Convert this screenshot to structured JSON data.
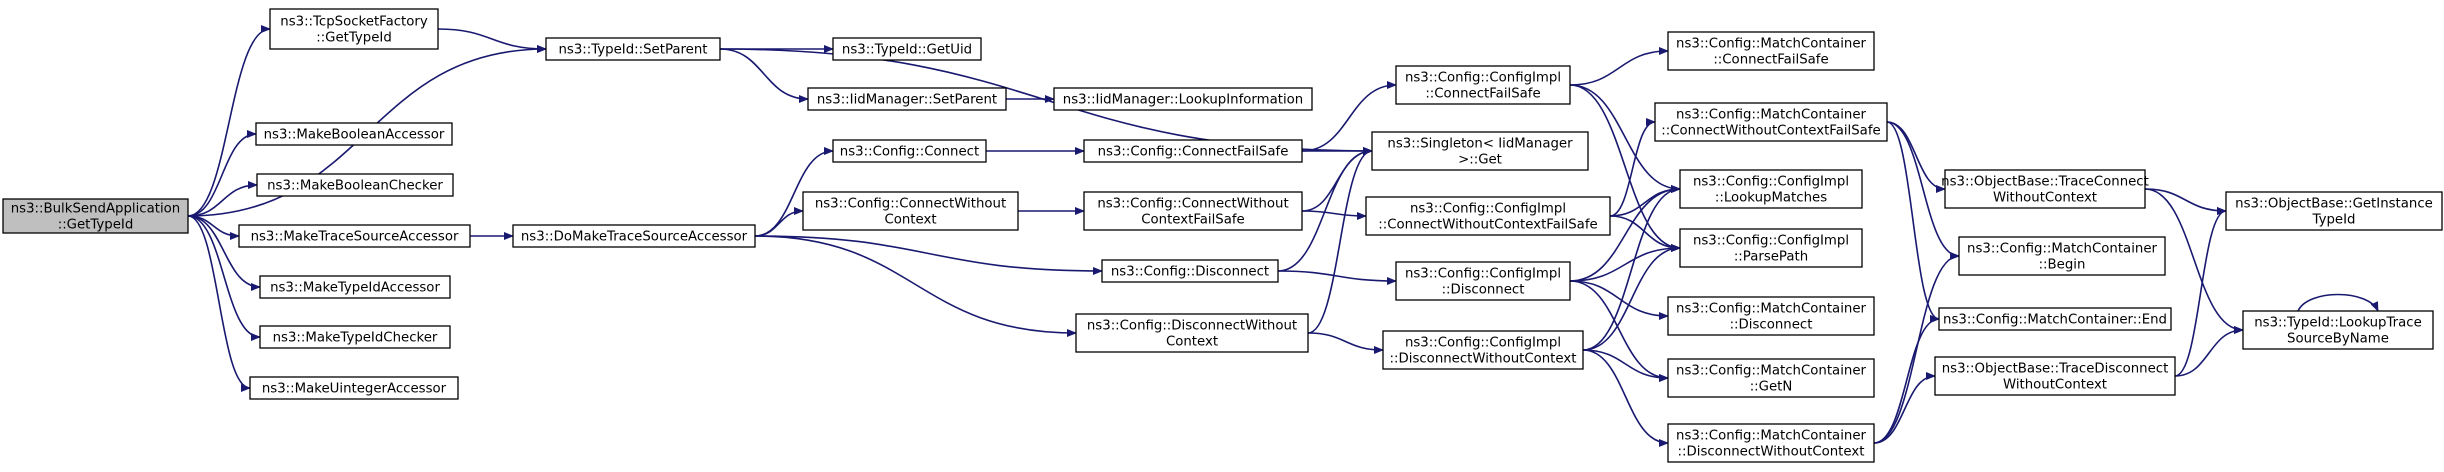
{
  "colors": {
    "edge": "#191970",
    "node_fill": "#ffffff",
    "root_fill": "#bfbfbf",
    "node_border": "#000000"
  },
  "nodes": {
    "root": {
      "lines": [
        "ns3::BulkSendApplication",
        "::GetTypeId"
      ]
    },
    "tcpfactory": {
      "lines": [
        "ns3::TcpSocketFactory",
        "::GetTypeId"
      ]
    },
    "setparent": {
      "lines": [
        "ns3::TypeId::SetParent"
      ]
    },
    "getuid": {
      "lines": [
        "ns3::TypeId::GetUid"
      ]
    },
    "iidsetparent": {
      "lines": [
        "ns3::IidManager::SetParent"
      ]
    },
    "lookupinfo": {
      "lines": [
        "ns3::IidManager::LookupInformation"
      ]
    },
    "mkboolacc": {
      "lines": [
        "ns3::MakeBooleanAccessor"
      ]
    },
    "mkboolchk": {
      "lines": [
        "ns3::MakeBooleanChecker"
      ]
    },
    "mktsacc": {
      "lines": [
        "ns3::MakeTraceSourceAccessor"
      ]
    },
    "mktidacc": {
      "lines": [
        "ns3::MakeTypeIdAccessor"
      ]
    },
    "mktidchk": {
      "lines": [
        "ns3::MakeTypeIdChecker"
      ]
    },
    "mkuintacc": {
      "lines": [
        "ns3::MakeUintegerAccessor"
      ]
    },
    "domaketsacc": {
      "lines": [
        "ns3::DoMakeTraceSourceAccessor"
      ]
    },
    "connect": {
      "lines": [
        "ns3::Config::Connect"
      ]
    },
    "connectwoc": {
      "lines": [
        "ns3::Config::ConnectWithout",
        "Context"
      ]
    },
    "disconnectwoc": {
      "lines": [
        "ns3::Config::DisconnectWithout",
        "Context"
      ]
    },
    "connectfs": {
      "lines": [
        "ns3::Config::ConnectFailSafe"
      ]
    },
    "connectwocfs": {
      "lines": [
        "ns3::Config::ConnectWithout",
        "ContextFailSafe"
      ]
    },
    "disconnect": {
      "lines": [
        "ns3::Config::Disconnect"
      ]
    },
    "ciconnectfs": {
      "lines": [
        "ns3::Config::ConfigImpl",
        "::ConnectFailSafe"
      ]
    },
    "singleton": {
      "lines": [
        "ns3::Singleton< IidManager",
        " >::Get"
      ]
    },
    "ciconnectwocfs": {
      "lines": [
        "ns3::Config::ConfigImpl",
        "::ConnectWithoutContextFailSafe"
      ]
    },
    "cidisconnect": {
      "lines": [
        "ns3::Config::ConfigImpl",
        "::Disconnect"
      ]
    },
    "cidisconnectwoc": {
      "lines": [
        "ns3::Config::ConfigImpl",
        "::DisconnectWithoutContext"
      ]
    },
    "mcconnectfs": {
      "lines": [
        "ns3::Config::MatchContainer",
        "::ConnectFailSafe"
      ]
    },
    "mcconnectwocfs": {
      "lines": [
        "ns3::Config::MatchContainer",
        "::ConnectWithoutContextFailSafe"
      ]
    },
    "lookupmatches": {
      "lines": [
        "ns3::Config::ConfigImpl",
        "::LookupMatches"
      ]
    },
    "parsepath": {
      "lines": [
        "ns3::Config::ConfigImpl",
        "::ParsePath"
      ]
    },
    "mcdisconnect": {
      "lines": [
        "ns3::Config::MatchContainer",
        "::Disconnect"
      ]
    },
    "mcgetn": {
      "lines": [
        "ns3::Config::MatchContainer",
        "::GetN"
      ]
    },
    "mcdisconnectwoc": {
      "lines": [
        "ns3::Config::MatchContainer",
        "::DisconnectWithoutContext"
      ]
    },
    "obtracecon": {
      "lines": [
        "ns3::ObjectBase::TraceConnect",
        "WithoutContext"
      ]
    },
    "mcbegin": {
      "lines": [
        "ns3::Config::MatchContainer",
        "::Begin"
      ]
    },
    "mcend": {
      "lines": [
        "ns3::Config::MatchContainer::End"
      ]
    },
    "obtracedis": {
      "lines": [
        "ns3::ObjectBase::TraceDisconnect",
        "WithoutContext"
      ]
    },
    "getinstance": {
      "lines": [
        "ns3::ObjectBase::GetInstance",
        "TypeId"
      ]
    },
    "lookuptrace": {
      "lines": [
        "ns3::TypeId::LookupTrace",
        "SourceByName"
      ]
    }
  },
  "edges": [
    [
      "root",
      "tcpfactory"
    ],
    [
      "root",
      "setparent"
    ],
    [
      "root",
      "mkboolacc"
    ],
    [
      "root",
      "mkboolchk"
    ],
    [
      "root",
      "mktsacc"
    ],
    [
      "root",
      "mktidacc"
    ],
    [
      "root",
      "mktidchk"
    ],
    [
      "root",
      "mkuintacc"
    ],
    [
      "tcpfactory",
      "setparent"
    ],
    [
      "setparent",
      "getuid"
    ],
    [
      "setparent",
      "iidsetparent"
    ],
    [
      "setparent",
      "singleton"
    ],
    [
      "iidsetparent",
      "lookupinfo"
    ],
    [
      "mktsacc",
      "domaketsacc"
    ],
    [
      "domaketsacc",
      "connect"
    ],
    [
      "domaketsacc",
      "connectwoc"
    ],
    [
      "domaketsacc",
      "disconnect"
    ],
    [
      "domaketsacc",
      "disconnectwoc"
    ],
    [
      "connect",
      "connectfs"
    ],
    [
      "connectwoc",
      "connectwocfs"
    ],
    [
      "connectfs",
      "ciconnectfs"
    ],
    [
      "connectfs",
      "singleton"
    ],
    [
      "connectwocfs",
      "singleton"
    ],
    [
      "connectwocfs",
      "ciconnectwocfs"
    ],
    [
      "disconnect",
      "singleton"
    ],
    [
      "disconnect",
      "cidisconnect"
    ],
    [
      "disconnectwoc",
      "singleton"
    ],
    [
      "disconnectwoc",
      "cidisconnectwoc"
    ],
    [
      "ciconnectfs",
      "mcconnectfs"
    ],
    [
      "ciconnectfs",
      "lookupmatches"
    ],
    [
      "ciconnectfs",
      "parsepath"
    ],
    [
      "ciconnectwocfs",
      "mcconnectwocfs"
    ],
    [
      "ciconnectwocfs",
      "lookupmatches"
    ],
    [
      "ciconnectwocfs",
      "parsepath"
    ],
    [
      "cidisconnect",
      "lookupmatches"
    ],
    [
      "cidisconnect",
      "parsepath"
    ],
    [
      "cidisconnect",
      "mcdisconnect"
    ],
    [
      "cidisconnect",
      "mcgetn"
    ],
    [
      "cidisconnectwoc",
      "lookupmatches"
    ],
    [
      "cidisconnectwoc",
      "parsepath"
    ],
    [
      "cidisconnectwoc",
      "mcgetn"
    ],
    [
      "cidisconnectwoc",
      "mcdisconnectwoc"
    ],
    [
      "mcconnectwocfs",
      "obtracecon"
    ],
    [
      "mcconnectwocfs",
      "mcbegin"
    ],
    [
      "mcconnectwocfs",
      "mcend"
    ],
    [
      "mcdisconnectwoc",
      "mcbegin"
    ],
    [
      "mcdisconnectwoc",
      "mcend"
    ],
    [
      "mcdisconnectwoc",
      "obtracedis"
    ],
    [
      "obtracecon",
      "getinstance"
    ],
    [
      "obtracecon",
      "lookuptrace"
    ],
    [
      "obtracedis",
      "getinstance"
    ],
    [
      "obtracedis",
      "lookuptrace"
    ],
    [
      "lookuptrace",
      "lookuptrace"
    ]
  ]
}
